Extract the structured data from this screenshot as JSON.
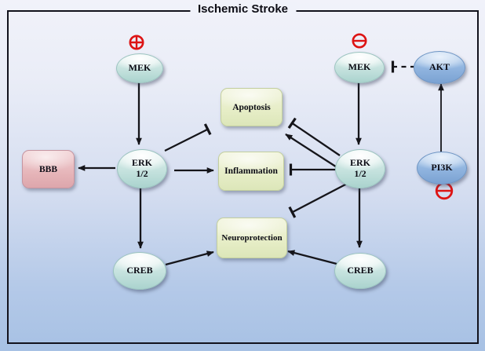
{
  "title": "Ischemic Stroke",
  "nodes": {
    "mek_left": {
      "label": "MEK"
    },
    "mek_right": {
      "label": "MEK"
    },
    "akt": {
      "label": "AKT"
    },
    "erk_left": {
      "label_line1": "ERK",
      "label_line2": "1/2"
    },
    "erk_right": {
      "label_line1": "ERK",
      "label_line2": "1/2"
    },
    "creb_left": {
      "label": "CREB"
    },
    "creb_right": {
      "label": "CREB"
    },
    "pi3k": {
      "label": "PI3K"
    },
    "bbb": {
      "label": "BBB"
    },
    "apoptosis": {
      "label": "Apoptosis"
    },
    "inflammation": {
      "label": "Inflammation"
    },
    "neuroprotection": {
      "label": "Neuroprotection"
    }
  },
  "symbols": [
    {
      "glyph": "plus-circle",
      "meaning": "activated",
      "attached_to": "MEK (left)",
      "color": "#dd1414"
    },
    {
      "glyph": "minus-circle",
      "meaning": "inhibited",
      "attached_to": "MEK (right)",
      "color": "#dd1414"
    },
    {
      "glyph": "minus-circle",
      "meaning": "inhibited",
      "attached_to": "PI3K",
      "color": "#dd1414"
    }
  ],
  "edges": [
    {
      "from": "MEK",
      "to": "ERK 1/2",
      "type": "activation",
      "side": "left"
    },
    {
      "from": "ERK 1/2",
      "to": "BBB",
      "type": "activation",
      "side": "left"
    },
    {
      "from": "ERK 1/2",
      "to": "Apoptosis",
      "type": "inhibition",
      "side": "left"
    },
    {
      "from": "ERK 1/2",
      "to": "Inflammation",
      "type": "activation",
      "side": "left"
    },
    {
      "from": "ERK 1/2",
      "to": "CREB",
      "type": "activation",
      "side": "left"
    },
    {
      "from": "CREB",
      "to": "Neuroprotection",
      "type": "activation",
      "side": "left"
    },
    {
      "from": "MEK",
      "to": "ERK 1/2",
      "type": "activation",
      "side": "right"
    },
    {
      "from": "ERK 1/2",
      "to": "Apoptosis",
      "type": "inhibition",
      "side": "right"
    },
    {
      "from": "ERK 1/2",
      "to": "Apoptosis",
      "type": "activation",
      "side": "right"
    },
    {
      "from": "ERK 1/2",
      "to": "Inflammation",
      "type": "inhibition",
      "side": "right"
    },
    {
      "from": "ERK 1/2",
      "to": "Neuroprotection",
      "type": "inhibition",
      "side": "right"
    },
    {
      "from": "ERK 1/2",
      "to": "CREB",
      "type": "activation",
      "side": "right"
    },
    {
      "from": "CREB",
      "to": "Neuroprotection",
      "type": "activation",
      "side": "right"
    },
    {
      "from": "AKT",
      "to": "MEK",
      "type": "inhibition",
      "style": "dashed",
      "side": "right"
    },
    {
      "from": "PI3K",
      "to": "AKT",
      "type": "activation",
      "side": "right"
    }
  ],
  "colors": {
    "background_top": "#f1f2fa",
    "background_bottom": "#a7c1e4",
    "frame_border": "#12121c",
    "node_cyan": "#c5e2de",
    "node_blue": "#8db1dc",
    "box_pink": "#e6b5b9",
    "box_green": "#e6edc6",
    "line": "#15151a",
    "symbol_red": "#dd1414"
  }
}
